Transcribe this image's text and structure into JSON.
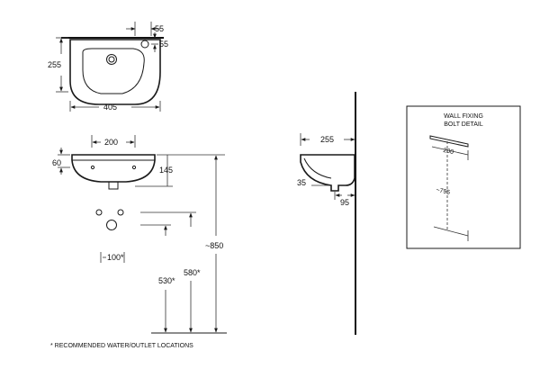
{
  "top_view": {
    "width": "405",
    "depth": "255",
    "tap_offset_x": "55",
    "tap_offset_y": "55"
  },
  "front_view": {
    "waste_spacing": "200",
    "rim_height": "60",
    "bowl_depth": "145",
    "overall_height": "~850",
    "inlet_height": "580*",
    "outlet_height": "530*",
    "inlet_spacing": "100*"
  },
  "side_view": {
    "projection": "255",
    "back_offset": "35",
    "outlet_depth": "95"
  },
  "detail": {
    "title_line1": "WALL FIXING",
    "title_line2": "BOLT DETAIL",
    "bolt_spacing": "200",
    "bolt_height": "~795"
  },
  "footnote": "* RECOMMENDED WATER/OUTLET LOCATIONS"
}
